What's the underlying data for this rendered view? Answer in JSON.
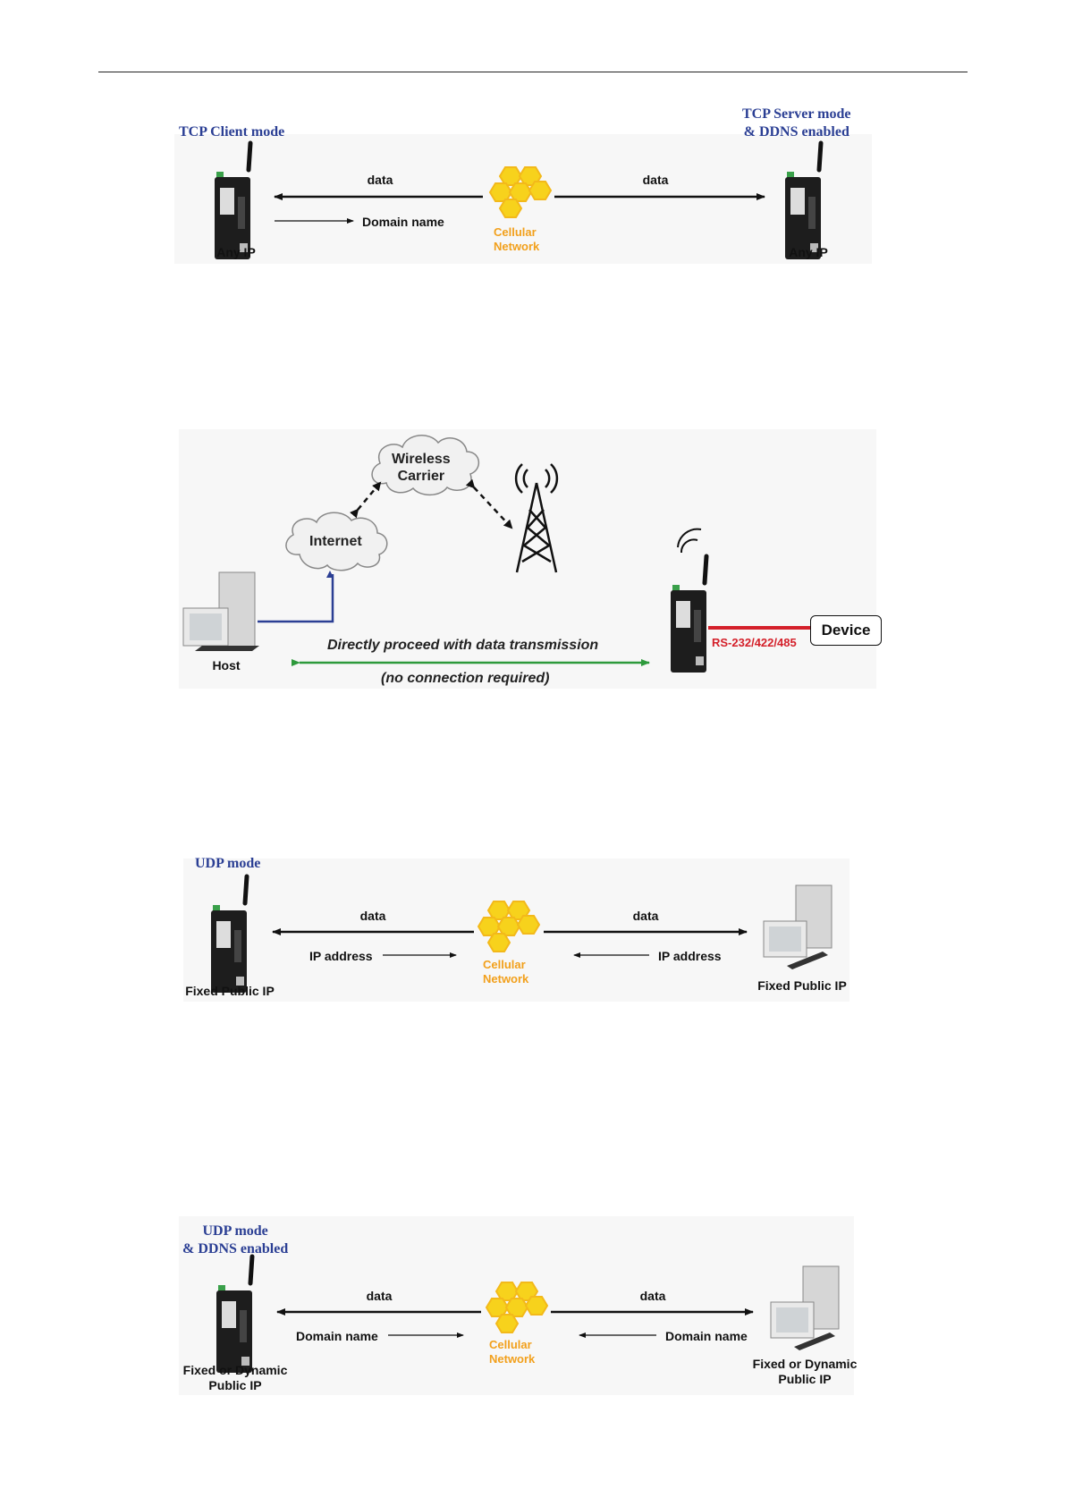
{
  "diagram1": {
    "left_mode": "TCP Client mode",
    "right_mode_line1": "TCP Server mode",
    "right_mode_line2": "& DDNS enabled",
    "left_data": "data",
    "right_data": "data",
    "left_sub": "Domain name",
    "cellular_line1": "Cellular",
    "cellular_line2": "Network",
    "left_ip": "Any IP",
    "right_ip": "Any IP"
  },
  "diagram2": {
    "cloud_carrier_line1": "Wireless",
    "cloud_carrier_line2": "Carrier",
    "cloud_internet": "Internet",
    "host_label": "Host",
    "transmission_text": "Directly proceed with data transmission",
    "no_connection_text": "(no connection required)",
    "serial_label": "RS-232/422/485",
    "device_label": "Device",
    "colors": {
      "host_link": "#2b3f94",
      "transmission_arrow": "#2e9a3c",
      "serial_link": "#d4202a"
    }
  },
  "diagram3": {
    "mode": "UDP mode",
    "left_data": "data",
    "right_data": "data",
    "left_sub": "IP address",
    "right_sub": "IP address",
    "cellular_line1": "Cellular",
    "cellular_line2": "Network",
    "left_ip": "Fixed Public IP",
    "right_ip": "Fixed Public IP"
  },
  "diagram4": {
    "mode_line1": "UDP mode",
    "mode_line2": "& DDNS enabled",
    "left_data": "data",
    "right_data": "data",
    "left_sub": "Domain name",
    "right_sub": "Domain name",
    "cellular_line1": "Cellular",
    "cellular_line2": "Network",
    "left_ip_line1": "Fixed or Dynamic",
    "left_ip_line2": "Public IP",
    "right_ip_line1": "Fixed or Dynamic",
    "right_ip_line2": "Public IP"
  },
  "colors": {
    "mode_text": "#2b3f94",
    "cellular_text": "#f2a01c",
    "honeycomb": "#f7d21c"
  }
}
